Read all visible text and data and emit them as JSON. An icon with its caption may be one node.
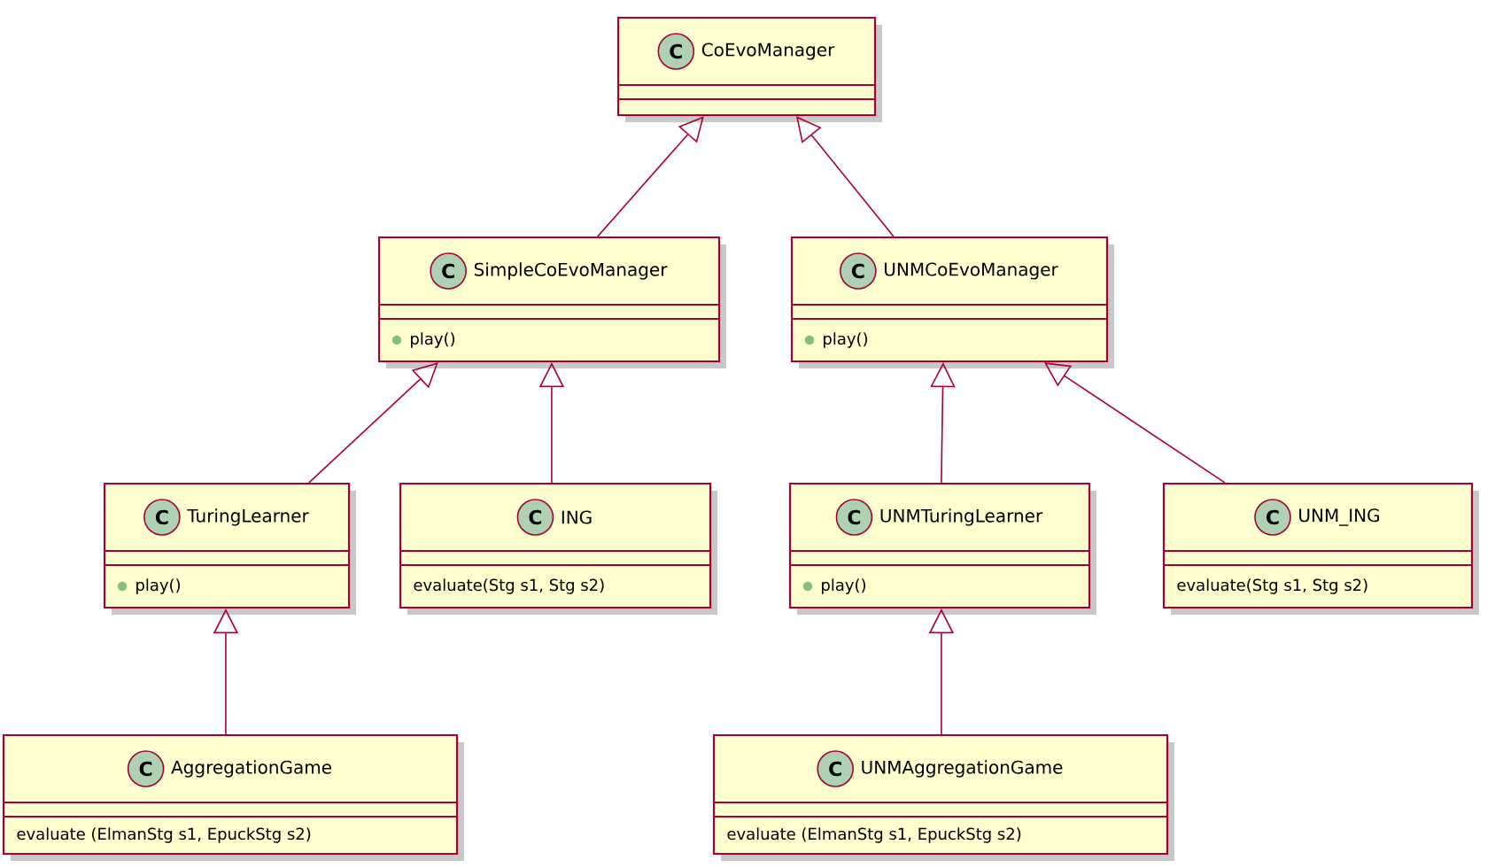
{
  "diagram": {
    "nodes": [
      {
        "text": [
          "C",
          "CoEvoManager"
        ]
      },
      {
        "text": [
          "C",
          "SimpleCoEvoManager",
          "play()"
        ]
      },
      {
        "text": [
          "C",
          "UNMCoEvoManager",
          "play()"
        ]
      },
      {
        "text": [
          "C",
          "TuringLearner",
          "play()"
        ]
      },
      {
        "text": [
          "C",
          "ING",
          "evaluate(Stg s1, Stg s2)"
        ]
      },
      {
        "text": [
          "C",
          "UNMTuringLearner",
          "play()"
        ]
      },
      {
        "text": [
          "C",
          "UNM_ING",
          "evaluate(Stg s1, Stg s2)"
        ]
      },
      {
        "text": [
          "C",
          "AggregationGame",
          "evaluate (ElmanStg s1, EpuckStg s2)"
        ]
      },
      {
        "text": [
          "C",
          "UNMAggregationGame",
          "evaluate (ElmanStg s1, EpuckStg s2)"
        ]
      }
    ],
    "edges": [
      {
        "from": 1,
        "to": 0,
        "arrow": "to"
      },
      {
        "from": 2,
        "to": 0,
        "arrow": "to"
      },
      {
        "from": 3,
        "to": 1,
        "arrow": "to"
      },
      {
        "from": 4,
        "to": 1,
        "arrow": "to"
      },
      {
        "from": 5,
        "to": 2,
        "arrow": "to"
      },
      {
        "from": 6,
        "to": 2,
        "arrow": "to"
      },
      {
        "from": 7,
        "to": 3,
        "arrow": "to"
      },
      {
        "from": 8,
        "to": 5,
        "arrow": "to"
      }
    ]
  }
}
